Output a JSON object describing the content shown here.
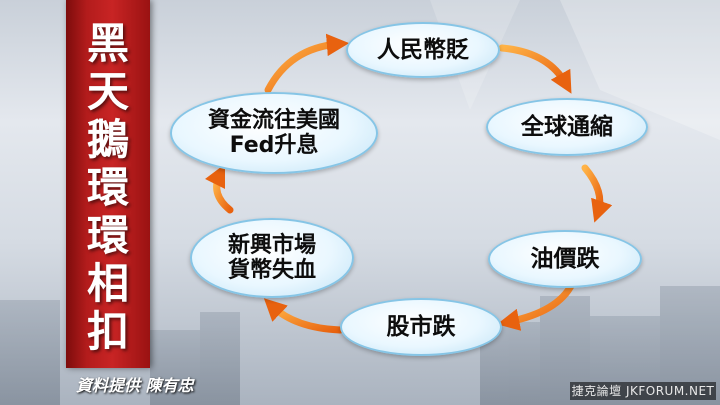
{
  "banner": {
    "chars": [
      "黑",
      "天",
      "鵝",
      "環",
      "環",
      "相",
      "扣"
    ]
  },
  "nodes": [
    {
      "id": "rmb",
      "lines": [
        "人民幣貶"
      ]
    },
    {
      "id": "deflation",
      "lines": [
        "全球通縮"
      ]
    },
    {
      "id": "oil",
      "lines": [
        "油價跌"
      ]
    },
    {
      "id": "stocks",
      "lines": [
        "股市跌"
      ]
    },
    {
      "id": "emerging",
      "lines": [
        "新興市場",
        "貨幣失血"
      ]
    },
    {
      "id": "capital",
      "lines": [
        "資金流往美國",
        "Fed升息"
      ]
    }
  ],
  "credit": "資料提供 陳有忠",
  "watermark": "捷克論壇 JKFORUM.NET",
  "colors": {
    "banner": "#c82424",
    "arrow": "#f07a1c",
    "node_border": "#86c5e6"
  }
}
